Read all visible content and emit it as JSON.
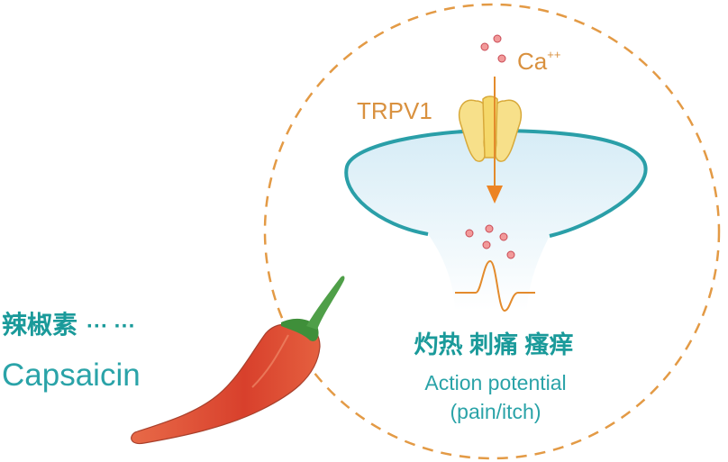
{
  "labels": {
    "ion": "Ca",
    "ion_charge": "++",
    "channel": "TRPV1",
    "compound_cn": "辣椒素",
    "compound_dots": "··· ···",
    "compound_en": "Capsaicin",
    "sensation_cn": "灼热 刺痛 瘙痒",
    "result_line1": "Action potential",
    "result_line2": "(pain/itch)"
  },
  "colors": {
    "orange": "#e38b2c",
    "teal": "#1a9a9a",
    "text_orange": "#d9913f",
    "pepper": "#e0533a",
    "stem": "#3f8f3a",
    "channel": "#f8e08a",
    "ion": "#f08a8a"
  }
}
